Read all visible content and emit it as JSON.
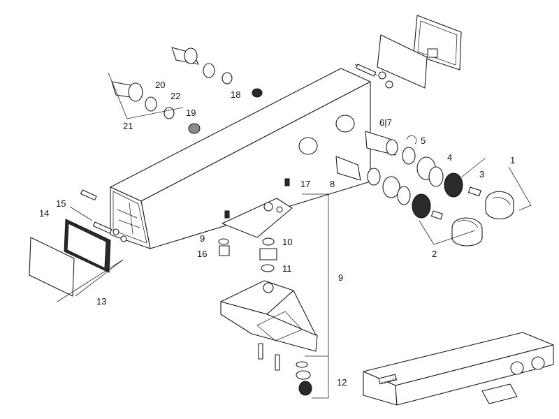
{
  "callouts": {
    "c1": "1",
    "c2": "2",
    "c3": "3",
    "c4": "4",
    "c5": "5",
    "c6_7": "6|7",
    "c8": "8",
    "c9_top": "9",
    "c9_right": "9",
    "c10": "10",
    "c11": "11",
    "c12": "12",
    "c13": "13",
    "c14": "14",
    "c15": "15",
    "c16": "16",
    "c17": "17",
    "c18": "18",
    "c19": "19",
    "c20": "20",
    "c21": "21",
    "c22": "22"
  },
  "product_badge_text": "hansgrohe",
  "colors": {
    "line": "#1a1a1a",
    "fill": "#ffffff",
    "dark": "#2a2a2a"
  }
}
